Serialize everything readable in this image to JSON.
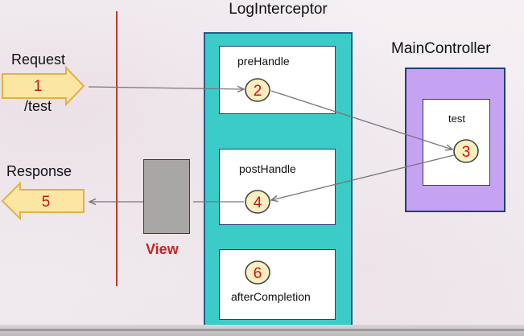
{
  "title": "LogInterceptor",
  "controller": {
    "title": "MainController",
    "method": "test"
  },
  "request": {
    "label": "Request",
    "path": "/test",
    "step": "1"
  },
  "response": {
    "label": "Response",
    "step": "5"
  },
  "view": {
    "label": "View"
  },
  "interceptor": {
    "pre_handle": "preHandle",
    "post_handle": "postHandle",
    "after_completion": "afterCompletion"
  },
  "steps": {
    "pre_handle": "2",
    "controller": "3",
    "post_handle": "4",
    "after_completion": "6"
  },
  "colors": {
    "interceptor_fill": "#3cccc8",
    "controller_fill": "#c6a3f2",
    "view_fill": "#a9a6a6",
    "step_circle": "#fbeebf",
    "step_number": "#cc1414",
    "divider": "#c0392b",
    "arrow_block": "#fbe6a4",
    "view_label": "#cc2222"
  }
}
